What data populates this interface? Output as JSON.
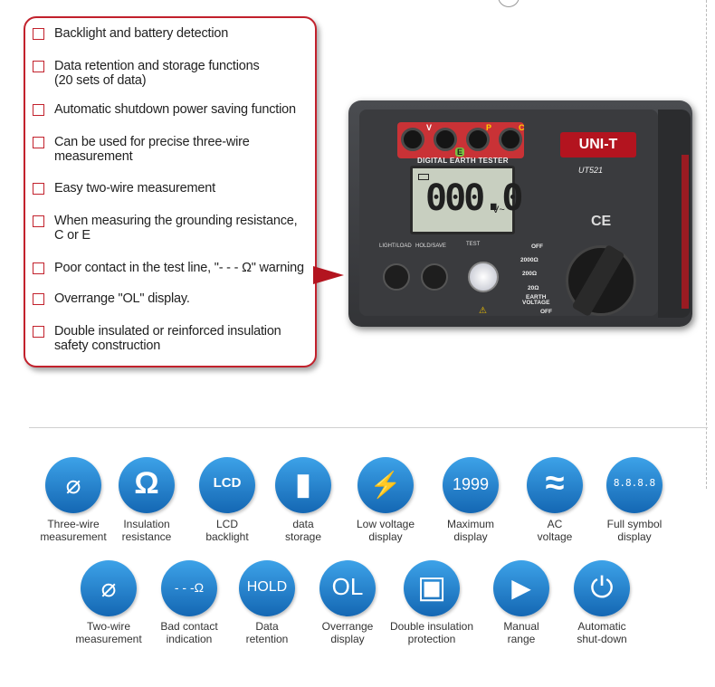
{
  "features": [
    "Backlight and battery detection",
    "Data retention and storage functions\n(20 sets of data)",
    "Automatic shutdown power saving function",
    "Can be used for precise three-wire\nmeasurement",
    "Easy two-wire measurement",
    "When measuring the grounding resistance,\nC or E",
    "Poor contact in the test line, \"- - - Ω\" warning",
    "Overrange \"OL\" display.",
    "Double insulated or reinforced insulation\nsafety construction"
  ],
  "device": {
    "brand": "UNI-T",
    "model": "UT521",
    "title": "DIGITAL EARTH TESTER",
    "reading": "000.0",
    "unit": "V~",
    "ce_mark": "CE",
    "terminal_v": "V",
    "terminal_e": "E",
    "terminal_p": "P",
    "terminal_c": "C",
    "btn_light": "LIGHT/LOAD",
    "btn_hold": "HOLD/SAVE",
    "btn_test": "TEST",
    "range_off_top": "OFF",
    "range_2000": "2000Ω",
    "range_200": "200Ω",
    "range_20": "20Ω",
    "range_earth": "EARTH",
    "range_voltage": "VOLTAGE",
    "range_off_bottom": "OFF"
  },
  "icons_row1": [
    {
      "icon": "three-wire-icon",
      "glyph": "⌀",
      "label": "Three-wire\nmeasurement"
    },
    {
      "icon": "omega-icon",
      "glyph": "Ω",
      "label": "Insulation\nresistance"
    },
    {
      "icon": "lcd-icon",
      "glyph": "LCD",
      "label": "LCD\nbacklight"
    },
    {
      "icon": "sd-card-icon",
      "glyph": "▮",
      "label": "data\nstorage"
    },
    {
      "icon": "battery-icon",
      "glyph": "⚡",
      "label": "Low voltage\ndisplay"
    },
    {
      "icon": "1999-icon",
      "glyph": "1999",
      "label": "Maximum\ndisplay"
    },
    {
      "icon": "ac-icon",
      "glyph": "≈",
      "label": "AC\nvoltage"
    },
    {
      "icon": "full-symbol-icon",
      "glyph": "8.8.8.8",
      "label": "Full symbol\ndisplay"
    }
  ],
  "icons_row2": [
    {
      "icon": "two-wire-icon",
      "glyph": "⌀",
      "label": "Two-wire\nmeasurement"
    },
    {
      "icon": "bad-contact-icon",
      "glyph": "- - -Ω",
      "label": "Bad contact\nindication"
    },
    {
      "icon": "hold-icon",
      "glyph": "HOLD",
      "label": "Data\nretention"
    },
    {
      "icon": "ol-icon",
      "glyph": "OL",
      "label": "Overrange\ndisplay"
    },
    {
      "icon": "double-insulation-icon",
      "glyph": "▣",
      "label": "Double insulation\nprotection"
    },
    {
      "icon": "manual-range-icon",
      "glyph": "▶",
      "label": "Manual\nrange"
    },
    {
      "icon": "power-icon",
      "glyph": "⏻",
      "label": "Automatic\nshut-down"
    }
  ]
}
